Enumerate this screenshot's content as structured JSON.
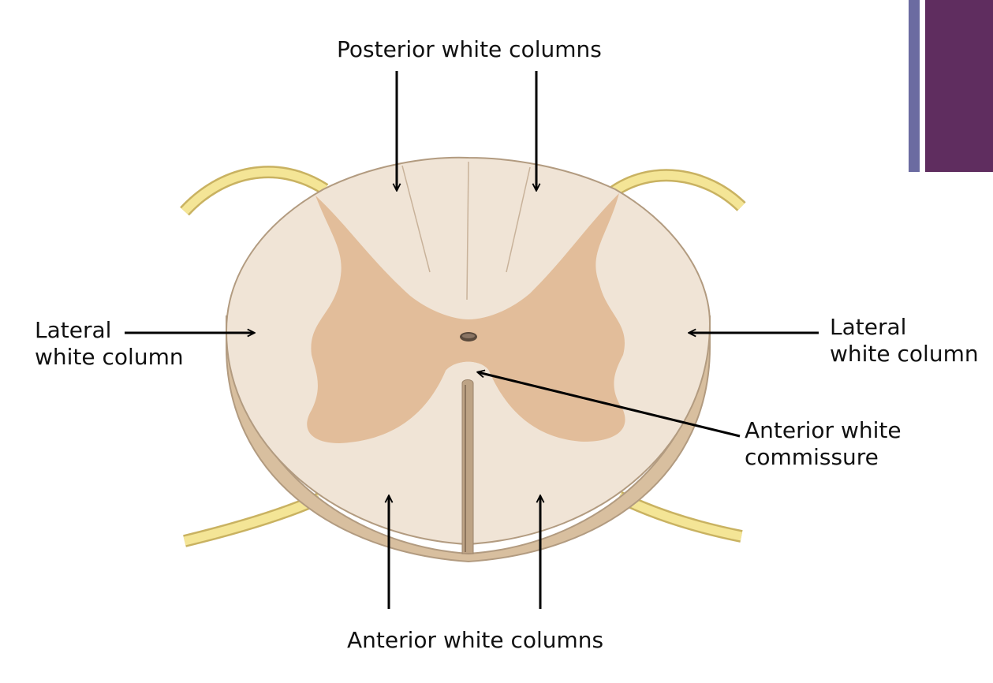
{
  "labels": {
    "posterior_white_columns": "Posterior white columns",
    "lateral_left": [
      "Lateral",
      "white column"
    ],
    "lateral_right": [
      "Lateral",
      "white column"
    ],
    "anterior_white_commissure": [
      "Anterior white",
      "commissure"
    ],
    "anterior_white_columns": "Anterior white columns"
  },
  "colors": {
    "corner_bar_thin": "#6b6ba1",
    "corner_bar_wide": "#5f2d5f",
    "white_matter": "#f0e4d6",
    "gray_matter": "#e2bd9a",
    "outline": "#b29b80",
    "cord_side": "#d8bf9f",
    "nerve_root": "#f1e08a",
    "arrow": "#000000"
  }
}
